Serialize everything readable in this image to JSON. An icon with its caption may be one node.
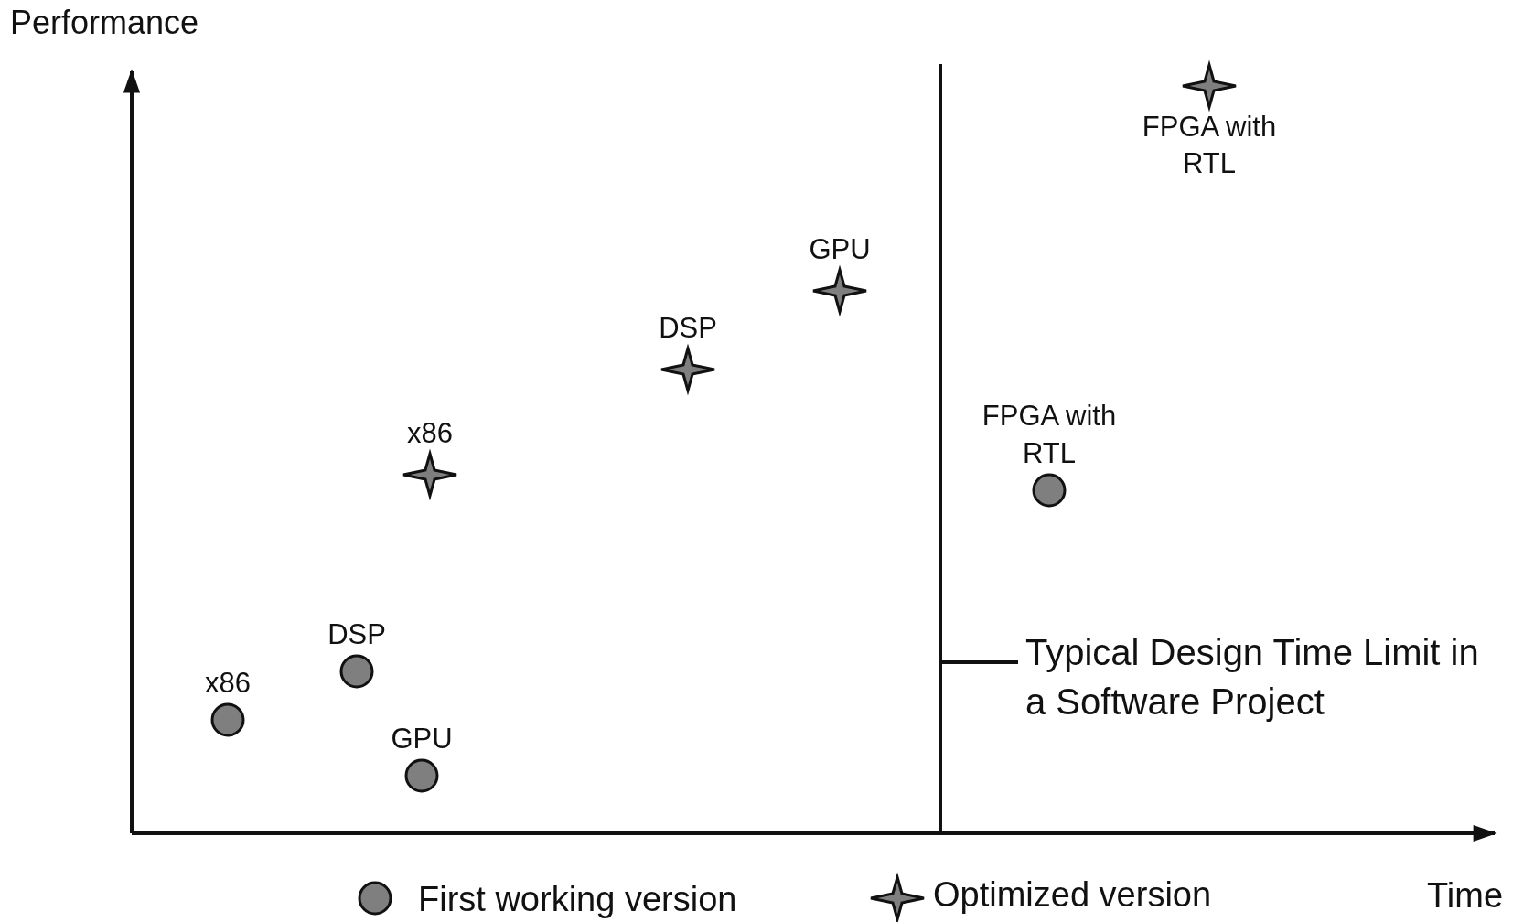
{
  "diagram": {
    "nodes": [
      {
        "text": [],
        "shape": "circle",
        "beside": [
          "x86"
        ]
      },
      {
        "text": [],
        "shape": "circle",
        "beside": [
          "DSP"
        ]
      },
      {
        "text": [],
        "shape": "circle",
        "beside": [
          "GPU"
        ]
      },
      {
        "text": [],
        "shape": "star",
        "beside": [
          "x86"
        ]
      },
      {
        "text": [],
        "shape": "star",
        "beside": [
          "DSP"
        ]
      },
      {
        "text": [],
        "shape": "star",
        "beside": [
          "GPU"
        ]
      },
      {
        "text": [],
        "shape": "circle",
        "beside": [
          "FPGA with RTL"
        ]
      },
      {
        "text": [],
        "shape": "star",
        "beside": [
          "FPGA with RTL"
        ]
      },
      {
        "text": [],
        "shape": "bar"
      },
      {
        "text": [
          "Typical Design Time Limit in a Software Project"
        ]
      }
    ],
    "edges": [
      {
        "from": 9,
        "to": 8,
        "arrow": "none"
      }
    ],
    "labels": [
      "Performance",
      "Time"
    ],
    "legend": [
      {
        "text": "First working version"
      },
      {
        "text": "Optimized version"
      }
    ]
  }
}
